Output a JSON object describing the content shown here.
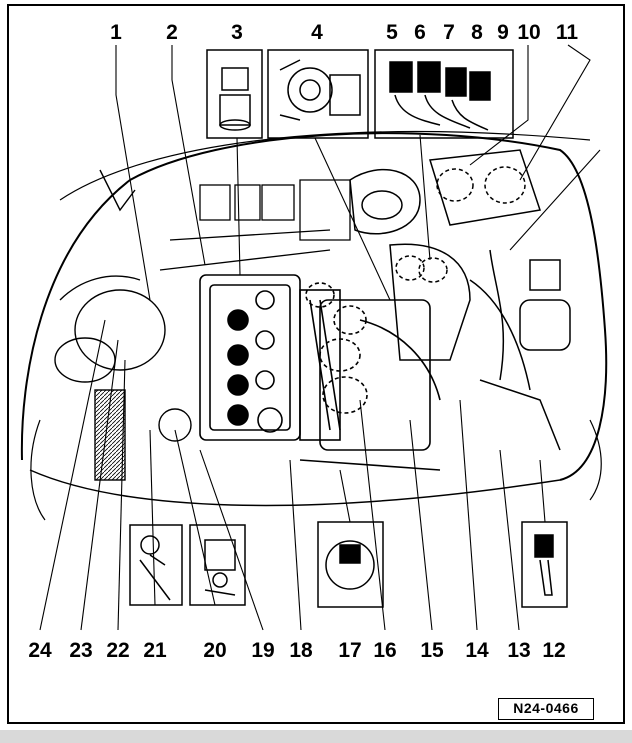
{
  "diagram": {
    "figure_code": "N24-0466",
    "callouts_top": [
      "1",
      "2",
      "3",
      "4",
      "5",
      "6",
      "7",
      "8",
      "9",
      "10",
      "11"
    ],
    "callouts_bottom": [
      "24",
      "23",
      "22",
      "21",
      "20",
      "19",
      "18",
      "17",
      "16",
      "15",
      "14",
      "13",
      "12"
    ]
  }
}
